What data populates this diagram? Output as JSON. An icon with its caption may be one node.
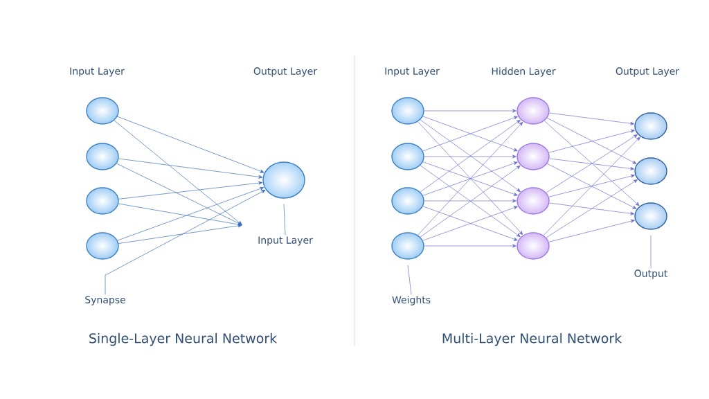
{
  "diagram": {
    "nodes": [
      {
        "text": [],
        "shape": "circle"
      },
      {
        "text": [],
        "shape": "circle"
      },
      {
        "text": [],
        "shape": "circle"
      },
      {
        "text": [],
        "shape": "circle"
      },
      {
        "text": [],
        "shape": "circle"
      },
      {
        "text": [
          "Input Layer"
        ]
      },
      {
        "text": [
          "Synapse"
        ]
      },
      {
        "text": [],
        "shape": "circle"
      },
      {
        "text": [],
        "shape": "circle"
      },
      {
        "text": [],
        "shape": "circle"
      },
      {
        "text": [],
        "shape": "circle"
      },
      {
        "text": [],
        "shape": "circle"
      },
      {
        "text": [],
        "shape": "circle"
      },
      {
        "text": [],
        "shape": "circle"
      },
      {
        "text": [],
        "shape": "circle"
      },
      {
        "text": [],
        "shape": "circle"
      },
      {
        "text": [],
        "shape": "circle"
      },
      {
        "text": [],
        "shape": "circle"
      },
      {
        "text": [
          "Weights"
        ]
      },
      {
        "text": [
          "Output"
        ]
      }
    ],
    "edges": [
      {
        "from": 0,
        "to": 4,
        "arrow": "to",
        "color": "#3b6fb6"
      },
      {
        "from": 1,
        "to": 4,
        "arrow": "to",
        "color": "#3b6fb6"
      },
      {
        "from": 2,
        "to": 4,
        "arrow": "to",
        "color": "#3b6fb6"
      },
      {
        "from": 3,
        "to": 4,
        "arrow": "to",
        "color": "#3b6fb6"
      },
      {
        "from": 0,
        "to": null,
        "arrow": "to",
        "color": "#3b6fb6"
      },
      {
        "from": 1,
        "to": null,
        "arrow": "to",
        "color": "#3b6fb6"
      },
      {
        "from": 2,
        "to": null,
        "arrow": "to",
        "color": "#3b6fb6"
      },
      {
        "from": 3,
        "to": null,
        "arrow": "to",
        "color": "#3b6fb6"
      },
      {
        "from": 6,
        "to": 4,
        "arrow": "to",
        "color": "#3b6fb6"
      },
      {
        "from": 5,
        "to": 4,
        "arrow": "none",
        "color": "#3b6fb6"
      },
      {
        "from": 7,
        "to": 11,
        "arrow": "to"
      },
      {
        "from": 7,
        "to": 12,
        "arrow": "to"
      },
      {
        "from": 7,
        "to": 13,
        "arrow": "to"
      },
      {
        "from": 7,
        "to": 14,
        "arrow": "to"
      },
      {
        "from": 8,
        "to": 11,
        "arrow": "to"
      },
      {
        "from": 8,
        "to": 12,
        "arrow": "to"
      },
      {
        "from": 8,
        "to": 13,
        "arrow": "to"
      },
      {
        "from": 8,
        "to": 14,
        "arrow": "to"
      },
      {
        "from": 9,
        "to": 11,
        "arrow": "to"
      },
      {
        "from": 9,
        "to": 12,
        "arrow": "to"
      },
      {
        "from": 9,
        "to": 13,
        "arrow": "to"
      },
      {
        "from": 9,
        "to": 14,
        "arrow": "to"
      },
      {
        "from": 10,
        "to": 11,
        "arrow": "to"
      },
      {
        "from": 10,
        "to": 12,
        "arrow": "to"
      },
      {
        "from": 10,
        "to": 13,
        "arrow": "to"
      },
      {
        "from": 10,
        "to": 14,
        "arrow": "to"
      },
      {
        "from": 11,
        "to": 15,
        "arrow": "to"
      },
      {
        "from": 11,
        "to": 16,
        "arrow": "to"
      },
      {
        "from": 11,
        "to": 17,
        "arrow": "to"
      },
      {
        "from": 12,
        "to": 15,
        "arrow": "to"
      },
      {
        "from": 12,
        "to": 16,
        "arrow": "to"
      },
      {
        "from": 12,
        "to": 17,
        "arrow": "to"
      },
      {
        "from": 13,
        "to": 15,
        "arrow": "to"
      },
      {
        "from": 13,
        "to": 16,
        "arrow": "to"
      },
      {
        "from": 13,
        "to": 17,
        "arrow": "to"
      },
      {
        "from": 14,
        "to": 15,
        "arrow": "to"
      },
      {
        "from": 14,
        "to": 16,
        "arrow": "to"
      },
      {
        "from": 14,
        "to": 17,
        "arrow": "to"
      },
      {
        "from": 18,
        "to": 10,
        "arrow": "none"
      },
      {
        "from": 19,
        "to": 17,
        "arrow": "none"
      }
    ],
    "labels": [
      "Input Layer",
      "Output Layer",
      "Input Layer",
      "Hidden Layer",
      "Output Layer",
      "Single-Layer Neural Network",
      "Multi-Layer Neural Network"
    ]
  }
}
